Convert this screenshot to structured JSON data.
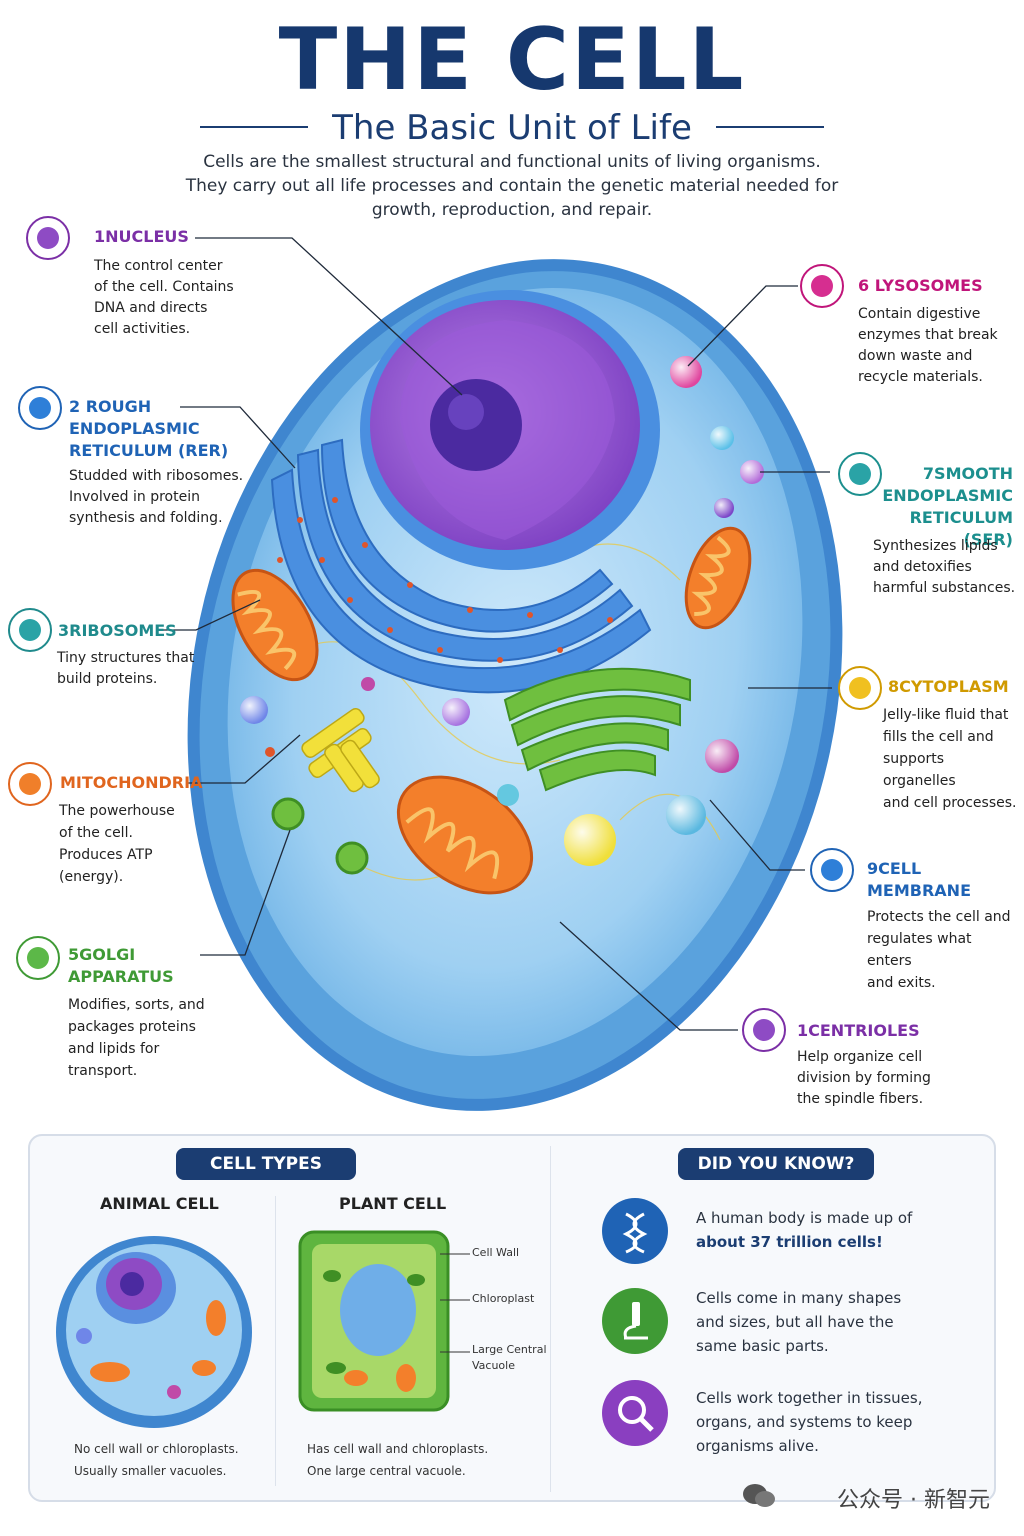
{
  "header": {
    "title": "THE CELL",
    "subtitle": "The Basic Unit of Life",
    "intro": "Cells are the smallest structural and functional units of living organisms. They carry out all life processes and contain the genetic material needed for growth, reproduction, and repair."
  },
  "labels": [
    {
      "id": "nucleus",
      "title": "1NUCLEUS",
      "desc": "The control center\nof the cell. Contains\nDNA and directs\ncell activities.",
      "color": "#7b2fa6"
    },
    {
      "id": "rer",
      "title": "2 ROUGH\nENDOPLASMIC\nRETICULUM (RER)",
      "desc": "Studded with ribosomes.\nInvolved in protein\nsynthesis and folding.",
      "color": "#1f63b5"
    },
    {
      "id": "ribosomes",
      "title": "3RIBOSOMES",
      "desc": "Tiny structures that\nbuild proteins.",
      "color": "#1f8a8c"
    },
    {
      "id": "mitochondria",
      "title": "MITOCHONDRIA",
      "desc": "The powerhouse\nof the cell.\nProduces ATP\n(energy).",
      "color": "#e0651e"
    },
    {
      "id": "golgi",
      "title": "5GOLGI\nAPPARATUS",
      "desc": "Modifies, sorts, and\npackages proteins\nand lipids for\ntransport.",
      "color": "#3f9a35"
    },
    {
      "id": "lysosomes",
      "title": "6 LYSOSOMES",
      "desc": "Contain digestive\nenzymes that break\ndown waste and\nrecycle materials.",
      "color": "#c0157a"
    },
    {
      "id": "ser",
      "title": "7SMOOTH\nENDOPLASMIC\nRETICULUM (SER)",
      "desc": "Synthesizes lipids\nand detoxifies\nharmful substances.",
      "color": "#1c8f8e"
    },
    {
      "id": "cytoplasm",
      "title": "8CYTOPLASM",
      "desc": "Jelly-like fluid that\nfills the cell and\nsupports organelles\nand cell processes.",
      "color": "#d09a00"
    },
    {
      "id": "membrane",
      "title": "9CELL\nMEMBRANE",
      "desc": "Protects the cell and\nregulates what enters\nand exits.",
      "color": "#1f63b5"
    },
    {
      "id": "centrioles",
      "title": "1CENTRIOLES",
      "desc": "Help organize cell\ndivision by forming\nthe spindle fibers.",
      "color": "#7b2fa6"
    }
  ],
  "cell_types": {
    "heading": "CELL TYPES",
    "animal": {
      "title": "ANIMAL CELL",
      "caption": "No cell wall or chloroplasts.\nUsually smaller vacuoles."
    },
    "plant": {
      "title": "PLANT CELL",
      "caption": "Has cell wall and chloroplasts.\nOne large central vacuole.",
      "callouts": [
        "Cell Wall",
        "Chloroplast",
        "Large Central\nVacuole"
      ]
    }
  },
  "did_you_know": {
    "heading": "DID YOU KNOW?",
    "facts": [
      {
        "icon": "dna-icon",
        "text_pre": "A human body is made up of",
        "text_bold": "about 37 trillion cells!",
        "color": "#1f63b5"
      },
      {
        "icon": "microscope-icon",
        "text_pre": "Cells come in many shapes and sizes, but all have the same basic parts.",
        "text_bold": "",
        "color": "#3f9a35"
      },
      {
        "icon": "magnifier-icon",
        "text_pre": "Cells work together in tissues, organs, and systems to keep organisms alive.",
        "text_bold": "",
        "color": "#8a3fc0"
      }
    ]
  },
  "watermark": "公众号 · 新智元"
}
